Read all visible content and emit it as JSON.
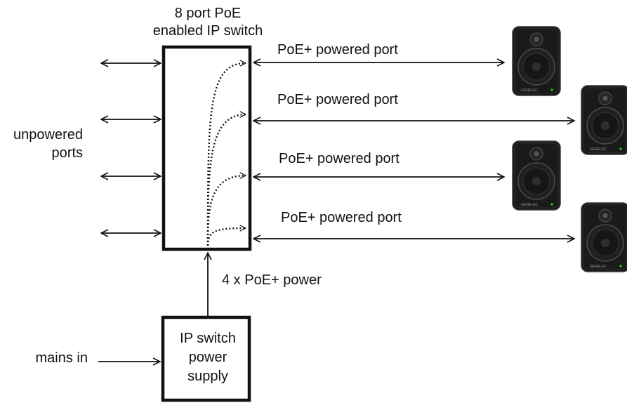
{
  "switch": {
    "title_line1": "8 port PoE",
    "title_line2": "enabled IP switch"
  },
  "unpowered": {
    "label_line1": "unpowered",
    "label_line2": "ports"
  },
  "ports": [
    {
      "label": "PoE+ powered port"
    },
    {
      "label": "PoE+ powered port"
    },
    {
      "label": "PoE+ powered port"
    },
    {
      "label": "PoE+ powered port"
    }
  ],
  "power_feed": {
    "label": "4 x PoE+ power"
  },
  "power_supply": {
    "line1": "IP switch",
    "line2": "power",
    "line3": "supply"
  },
  "mains": {
    "label": "mains in"
  },
  "speaker": {
    "brand": "GENELEC"
  },
  "colors": {
    "line": "#111111",
    "speaker_body": "#1a1a1a",
    "speaker_edge": "#3a3a3a"
  }
}
